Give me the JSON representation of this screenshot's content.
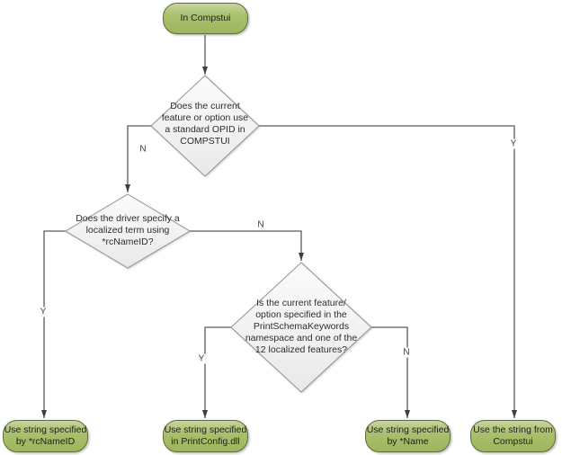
{
  "colors": {
    "terminal_fill_top": "#c6d6a0",
    "terminal_fill_bottom": "#9cb65e",
    "terminal_border": "#5f6e34",
    "decision_fill_top": "#fbfbfb",
    "decision_fill_bottom": "#e9e9e9",
    "decision_border": "#8f9392",
    "connector": "#5a5a5a",
    "arrowhead": "#3f3f3f"
  },
  "nodes": {
    "start": {
      "label": "In Compstui"
    },
    "decision_opid": {
      "lines": [
        "Does the current",
        "feature or option use",
        "a standard OPID in",
        "COMPSTUI"
      ]
    },
    "decision_rcnameid": {
      "lines": [
        "Does the driver specify a",
        "localized term using",
        "*rcNameID?"
      ]
    },
    "decision_printschema": {
      "lines": [
        "Is the current feature/",
        "option specified in the",
        "PrintSchemaKeywords",
        "namespace and one of the",
        "12 localized features?"
      ]
    },
    "terminal_rcnameid": {
      "lines": [
        "Use string specified",
        "by *rcNameID"
      ]
    },
    "terminal_printconfig": {
      "lines": [
        "Use string specified",
        "in PrintConfig.dll"
      ]
    },
    "terminal_name": {
      "lines": [
        "Use string specified",
        "by *Name"
      ]
    },
    "terminal_compstui": {
      "lines": [
        "Use the string from",
        "Compstui"
      ]
    }
  },
  "edge_labels": {
    "opid_no": "N",
    "opid_yes": "Y",
    "rcnameid_yes": "Y",
    "rcnameid_no": "N",
    "printschema_yes": "Y",
    "printschema_no": "N"
  }
}
